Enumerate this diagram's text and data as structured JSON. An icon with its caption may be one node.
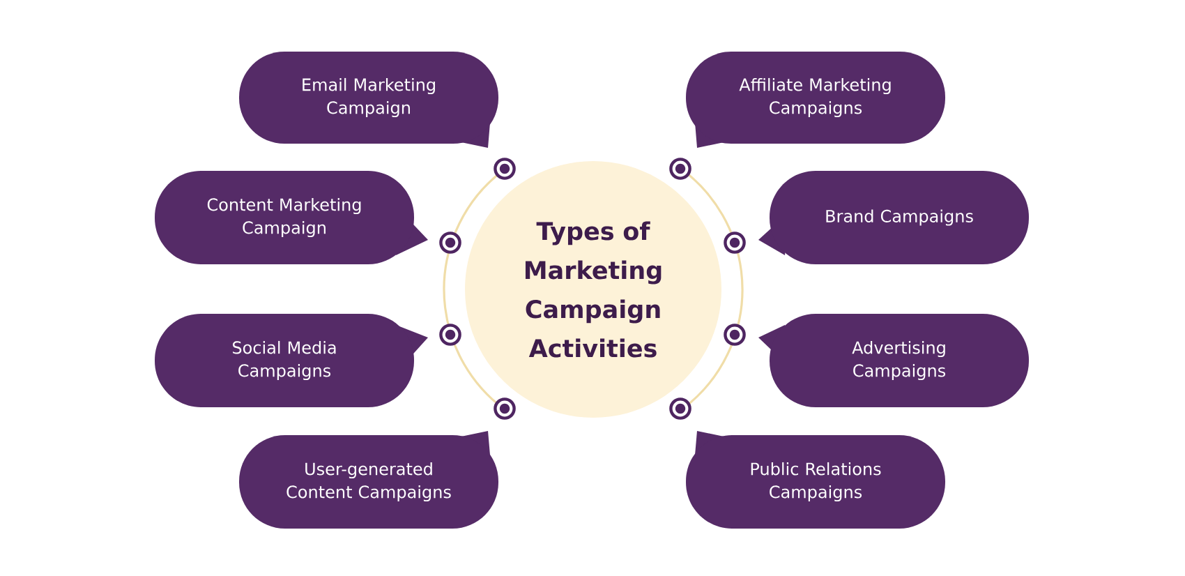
{
  "diagram": {
    "nodes": [
      {
        "text": [
          "Types of Marketing Campaign Activities"
        ]
      },
      {
        "text": [
          "Email Marketing Campaign"
        ]
      },
      {
        "text": [
          "Content Marketing Campaign"
        ]
      },
      {
        "text": [
          "Social Media Campaigns"
        ]
      },
      {
        "text": [
          "User-generated Content Campaigns"
        ]
      },
      {
        "text": [
          "Affiliate Marketing Campaigns"
        ]
      },
      {
        "text": [
          "Brand Campaigns"
        ]
      },
      {
        "text": [
          "Advertising Campaigns"
        ]
      },
      {
        "text": [
          "Public Relations Campaigns"
        ]
      }
    ]
  }
}
